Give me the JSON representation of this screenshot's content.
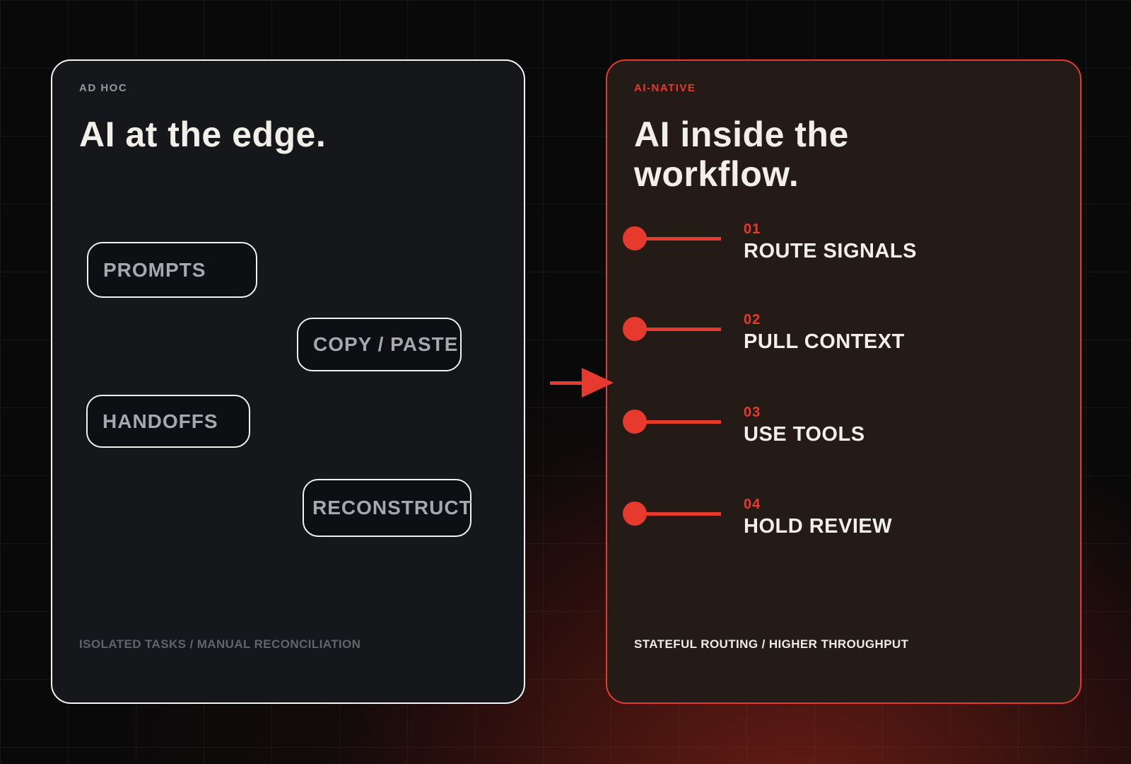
{
  "theme": {
    "accent_red": "#e73a2e",
    "page_bg": "#0a090a",
    "grid_line": "rgba(255,255,255,0.05)",
    "left_panel_bg": "#16171b",
    "left_panel_border": "#f5f4f2",
    "right_panel_bg": "#241b16",
    "title_color": "#f2efe9",
    "chip_text_color": "#a7a7ad",
    "left_footer_color": "#63636a",
    "right_footer_color": "#eeebe6"
  },
  "left_panel": {
    "tag": "AD HOC",
    "title": "AI at the edge.",
    "chips": [
      {
        "label": "PROMPTS"
      },
      {
        "label": "COPY / PASTE"
      },
      {
        "label": "HANDOFFS"
      },
      {
        "label": "RECONSTRUCT"
      }
    ],
    "footer": "ISOLATED TASKS / MANUAL RECONCILIATION"
  },
  "arrow": {
    "meaning": "ad-hoc-to-ai-native"
  },
  "right_panel": {
    "tag": "AI-NATIVE",
    "title": "AI inside the workflow.",
    "steps": [
      {
        "number": "01",
        "label": "ROUTE SIGNALS"
      },
      {
        "number": "02",
        "label": "PULL CONTEXT"
      },
      {
        "number": "03",
        "label": "USE TOOLS"
      },
      {
        "number": "04",
        "label": "HOLD REVIEW"
      }
    ],
    "footer": "STATEFUL ROUTING / HIGHER THROUGHPUT"
  }
}
